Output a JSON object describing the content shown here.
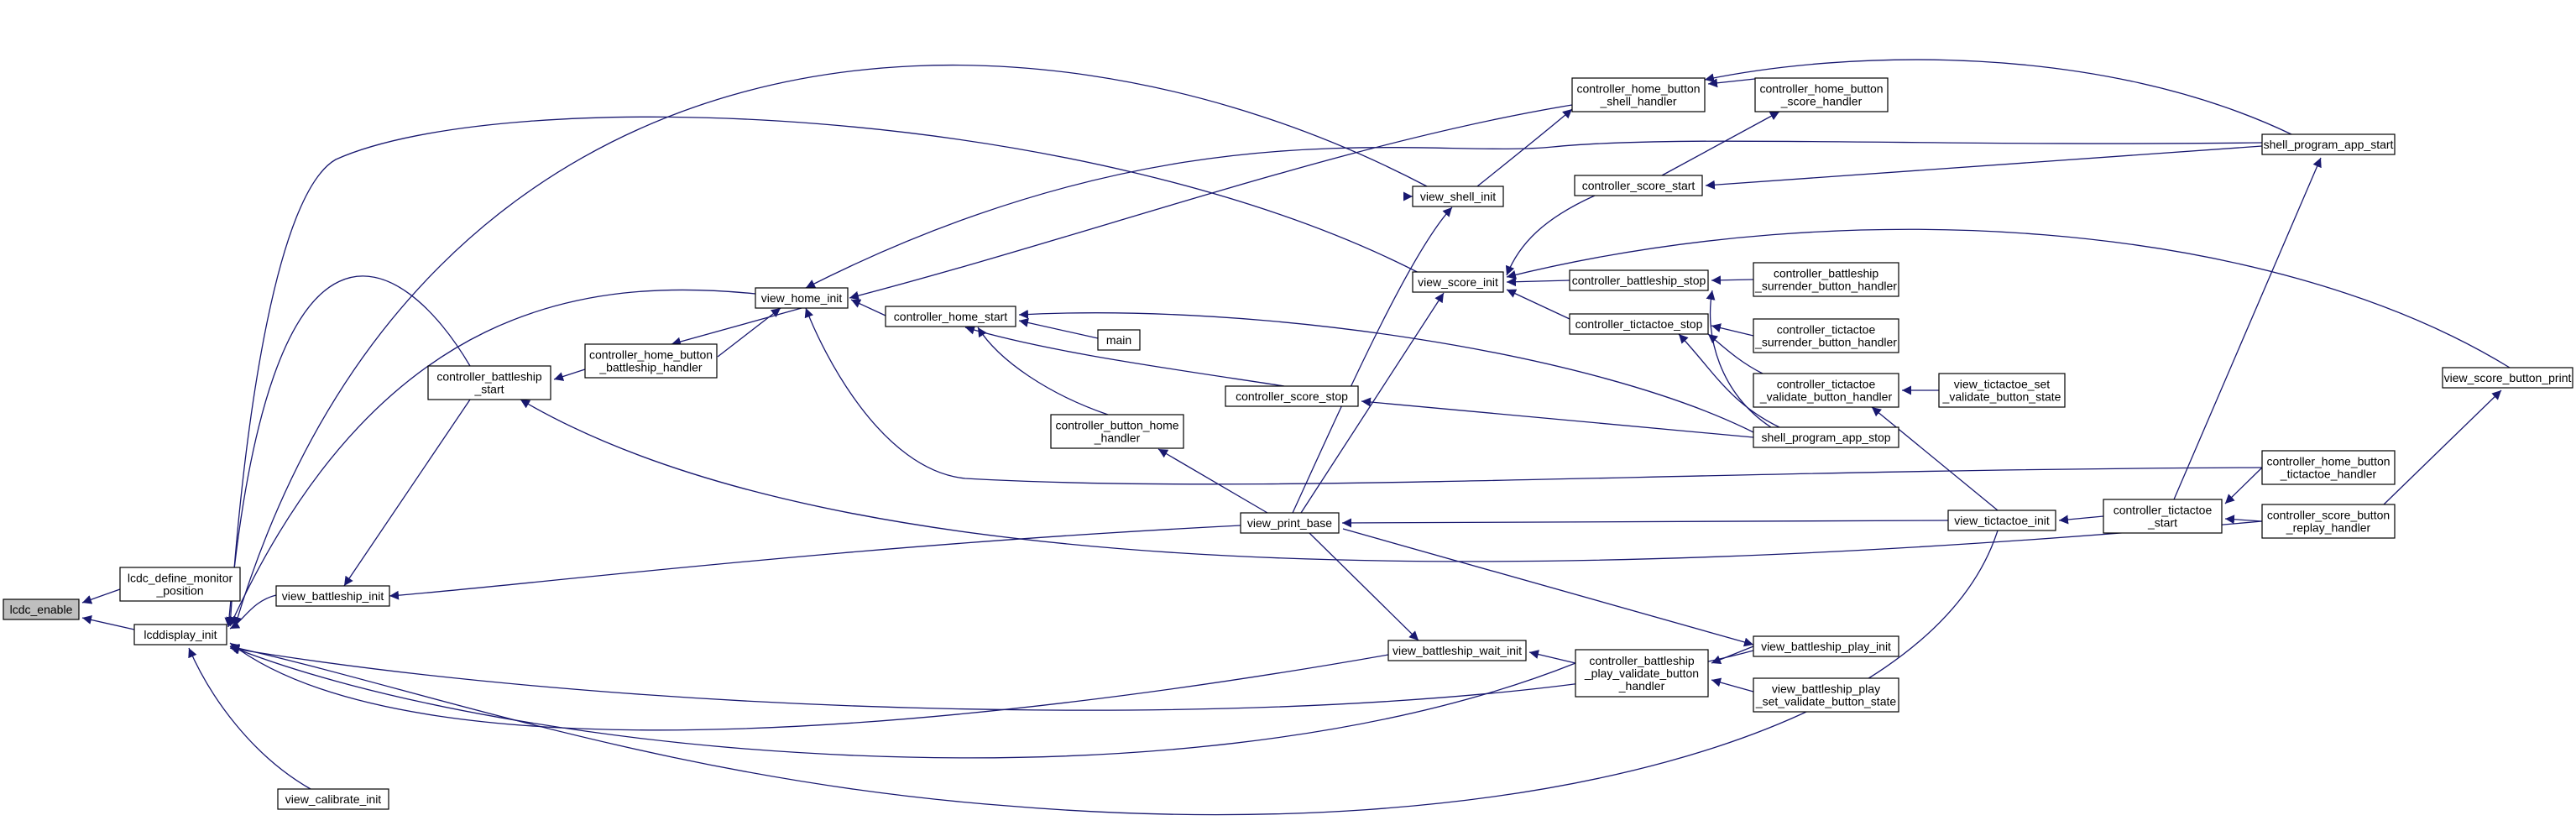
{
  "graph": {
    "title": "",
    "edge_color": "#191970",
    "root_fill": "#bfbfbf",
    "nodes": [
      {
        "id": "n_lcdc_enable",
        "lines": [
          "lcdc_enable"
        ],
        "root": true
      },
      {
        "id": "n_lcdc_define",
        "lines": [
          "lcdc_define_monitor",
          "_position"
        ]
      },
      {
        "id": "n_lcddisplay_init",
        "lines": [
          "lcddisplay_init"
        ]
      },
      {
        "id": "n_view_battleship_init",
        "lines": [
          "view_battleship_init"
        ]
      },
      {
        "id": "n_view_calibrate_init",
        "lines": [
          "view_calibrate_init"
        ]
      },
      {
        "id": "n_ctrl_battleship_start",
        "lines": [
          "controller_battleship",
          "_start"
        ]
      },
      {
        "id": "n_ctrl_home_btn_battleship",
        "lines": [
          "controller_home_button",
          "_battleship_handler"
        ]
      },
      {
        "id": "n_view_home_init",
        "lines": [
          "view_home_init"
        ]
      },
      {
        "id": "n_ctrl_home_start",
        "lines": [
          "controller_home_start"
        ]
      },
      {
        "id": "n_main",
        "lines": [
          "main"
        ]
      },
      {
        "id": "n_ctrl_btn_home_handler",
        "lines": [
          "controller_button_home",
          "_handler"
        ]
      },
      {
        "id": "n_ctrl_score_stop",
        "lines": [
          "controller_score_stop"
        ]
      },
      {
        "id": "n_view_print_base",
        "lines": [
          "view_print_base"
        ]
      },
      {
        "id": "n_view_battleship_wait_init",
        "lines": [
          "view_battleship_wait_init"
        ]
      },
      {
        "id": "n_view_shell_init",
        "lines": [
          "view_shell_init"
        ]
      },
      {
        "id": "n_view_score_init",
        "lines": [
          "view_score_init"
        ]
      },
      {
        "id": "n_ctrl_home_btn_shell",
        "lines": [
          "controller_home_button",
          "_shell_handler"
        ]
      },
      {
        "id": "n_ctrl_home_btn_score",
        "lines": [
          "controller_home_button",
          "_score_handler"
        ]
      },
      {
        "id": "n_ctrl_score_start",
        "lines": [
          "controller_score_start"
        ]
      },
      {
        "id": "n_ctrl_battleship_stop",
        "lines": [
          "controller_battleship_stop"
        ]
      },
      {
        "id": "n_ctrl_tictactoe_stop",
        "lines": [
          "controller_tictactoe_stop"
        ]
      },
      {
        "id": "n_ctrl_battleship_play_validate",
        "lines": [
          "controller_battleship",
          "_play_validate_button",
          "_handler"
        ]
      },
      {
        "id": "n_ctrl_battleship_surrender",
        "lines": [
          "controller_battleship",
          "_surrender_button_handler"
        ]
      },
      {
        "id": "n_ctrl_tictactoe_surrender",
        "lines": [
          "controller_tictactoe",
          "_surrender_button_handler"
        ]
      },
      {
        "id": "n_ctrl_tictactoe_validate",
        "lines": [
          "controller_tictactoe",
          "_validate_button_handler"
        ]
      },
      {
        "id": "n_shell_program_app_stop",
        "lines": [
          "shell_program_app_stop"
        ]
      },
      {
        "id": "n_view_battleship_play_init",
        "lines": [
          "view_battleship_play_init"
        ]
      },
      {
        "id": "n_view_battleship_play_set",
        "lines": [
          "view_battleship_play",
          "_set_validate_button_state"
        ]
      },
      {
        "id": "n_view_tictactoe_set",
        "lines": [
          "view_tictactoe_set",
          "_validate_button_state"
        ]
      },
      {
        "id": "n_view_tictactoe_init",
        "lines": [
          "view_tictactoe_init"
        ]
      },
      {
        "id": "n_ctrl_tictactoe_start",
        "lines": [
          "controller_tictactoe",
          "_start"
        ]
      },
      {
        "id": "n_shell_program_app_start",
        "lines": [
          "shell_program_app_start"
        ]
      },
      {
        "id": "n_ctrl_home_btn_tictactoe",
        "lines": [
          "controller_home_button",
          "_tictactoe_handler"
        ]
      },
      {
        "id": "n_ctrl_score_btn_replay",
        "lines": [
          "controller_score_button",
          "_replay_handler"
        ]
      },
      {
        "id": "n_view_score_button_print",
        "lines": [
          "view_score_button_print"
        ]
      }
    ]
  }
}
